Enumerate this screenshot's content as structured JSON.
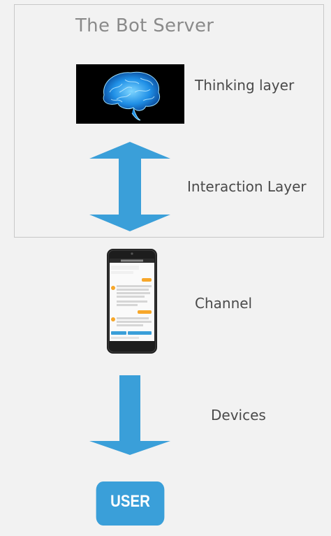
{
  "server": {
    "title": "The Bot Server"
  },
  "layers": {
    "thinking": "Thinking layer",
    "interaction": "Interaction Layer",
    "channel": "Channel",
    "devices": "Devices"
  },
  "user": {
    "label": "USER"
  },
  "colors": {
    "accent": "#3a9fd9",
    "brain_glow": "#3fb8ff"
  }
}
